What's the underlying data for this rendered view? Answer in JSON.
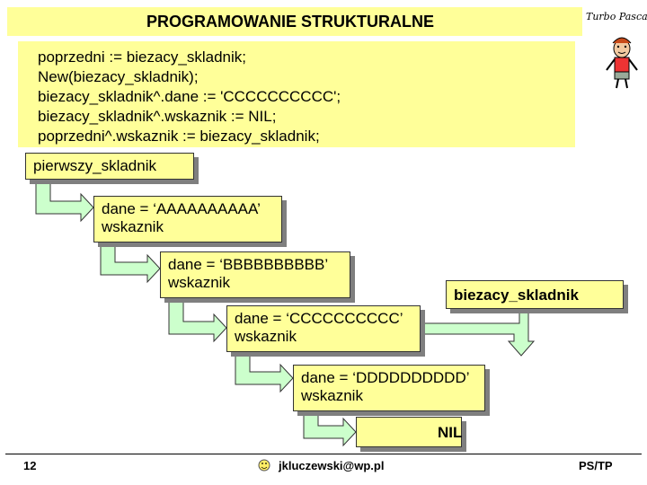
{
  "title": "PROGRAMOWANIE STRUKTURALNE",
  "brand": "Turbo Pascal",
  "code_lines": [
    "poprzedni := biezacy_skladnik;",
    "New(biezacy_skladnik);",
    "biezacy_skladnik^.dane := 'CCCCCCCCCC';",
    "biezacy_skladnik^.wskaznik := NIL;",
    "poprzedni^.wskaznik := biezacy_skladnik;"
  ],
  "head_label": "pierwszy_skladnik",
  "nodes": [
    {
      "dane": "dane = ‘AAAAAAAAAA’",
      "wskaznik": "wskaznik"
    },
    {
      "dane": "dane = ‘BBBBBBBBBB’",
      "wskaznik": "wskaznik"
    },
    {
      "dane": "dane = ‘CCCCCCCCCC’",
      "wskaznik": "wskaznik"
    },
    {
      "dane": "dane = ‘DDDDDDDDDD’",
      "wskaznik": "wskaznik"
    }
  ],
  "current_label": "biezacy_skladnik",
  "nil_label": "NIL",
  "footer": {
    "page_number": "12",
    "email": "jkluczewski@wp.pl",
    "course": "PS/TP"
  },
  "colors": {
    "box_fill": "#ffff99",
    "arrow_fill": "#ccffcc",
    "shadow": "#7f7f7f"
  }
}
